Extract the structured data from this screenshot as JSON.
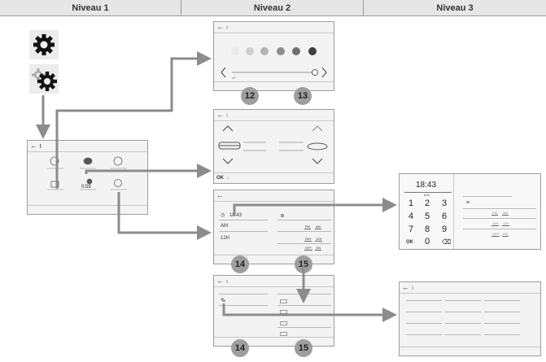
{
  "headers": {
    "level1": "Niveau 1",
    "level2": "Niveau 2",
    "level3": "Niveau 3"
  },
  "colors": {
    "arrow": "#8c8c8c",
    "badge": "#9e9e9e",
    "screen": "#f3f3f3"
  },
  "icons": [
    "gear-icon",
    "gear-pair-icon",
    "back-arrow-icon",
    "clock-icon",
    "pencil-icon",
    "chevron-left-icon",
    "chevron-right-icon",
    "chevron-up-icon",
    "chevron-down-icon",
    "backspace-icon"
  ],
  "screen_brightness": {
    "back": "←",
    "tab": "2",
    "min_label": "off",
    "callouts": [
      "12",
      "13"
    ]
  },
  "screen_profile": {
    "back": "←",
    "tab": "1",
    "ok": "OK",
    "ok_tab": "2"
  },
  "screen_clock": {
    "back": "←",
    "time": "18:43",
    "am": "AM",
    "h12": "12H",
    "pm": "PM",
    "am2": "AM",
    "h24": "24H",
    "h12b": "12H",
    "off": "OFF",
    "on": "ON",
    "callouts": [
      "14",
      "15"
    ]
  },
  "screen_edit": {
    "back": "←",
    "tab": "3",
    "callouts": [
      "14",
      "15"
    ]
  },
  "keypad": {
    "time": "18:43",
    "unit": "kHz",
    "keys": [
      "1",
      "2",
      "3",
      "4",
      "5",
      "6",
      "7",
      "8",
      "9",
      "OK",
      "0"
    ],
    "side": [
      "PM",
      "AM",
      "24H",
      "12H",
      "OFF",
      "ON"
    ]
  },
  "screen_level3b": {
    "back": "←",
    "tab": "3"
  }
}
